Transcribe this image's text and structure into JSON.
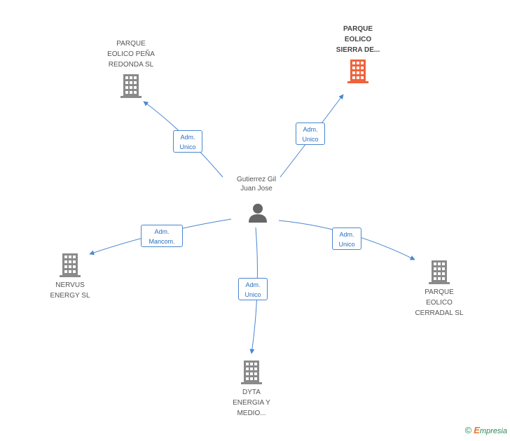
{
  "person": {
    "name": "Gutierrez Gil\nJuan Jose"
  },
  "companies": [
    {
      "id": "pena-redonda",
      "label": "PARQUE\nEOLICO PEÑA\nREDONDA SL",
      "highlight": false
    },
    {
      "id": "sierra",
      "label": "PARQUE\nEOLICO\nSIERRA DE...",
      "highlight": true
    },
    {
      "id": "nervus",
      "label": "NERVUS\nENERGY  SL",
      "highlight": false
    },
    {
      "id": "cerradal",
      "label": "PARQUE\nEOLICO\nCERRADAL SL",
      "highlight": false
    },
    {
      "id": "dyta",
      "label": "DYTA\nENERGIA Y\nMEDIO...",
      "highlight": false
    }
  ],
  "relations": [
    {
      "to": "pena-redonda",
      "label": "Adm.\nUnico"
    },
    {
      "to": "sierra",
      "label": "Adm.\nUnico"
    },
    {
      "to": "nervus",
      "label": "Adm.\nMancom."
    },
    {
      "to": "cerradal",
      "label": "Adm.\nUnico"
    },
    {
      "to": "dyta",
      "label": "Adm.\nUnico"
    }
  ],
  "colors": {
    "edge": "#4a86d0",
    "building": "#8a8a8a",
    "building_highlight": "#f0623a",
    "person": "#666666"
  },
  "icons": {
    "company": "building-icon",
    "person": "person-icon"
  },
  "footer": {
    "copyright": "©",
    "brand_initial": "E",
    "brand_rest": "mpresia"
  }
}
